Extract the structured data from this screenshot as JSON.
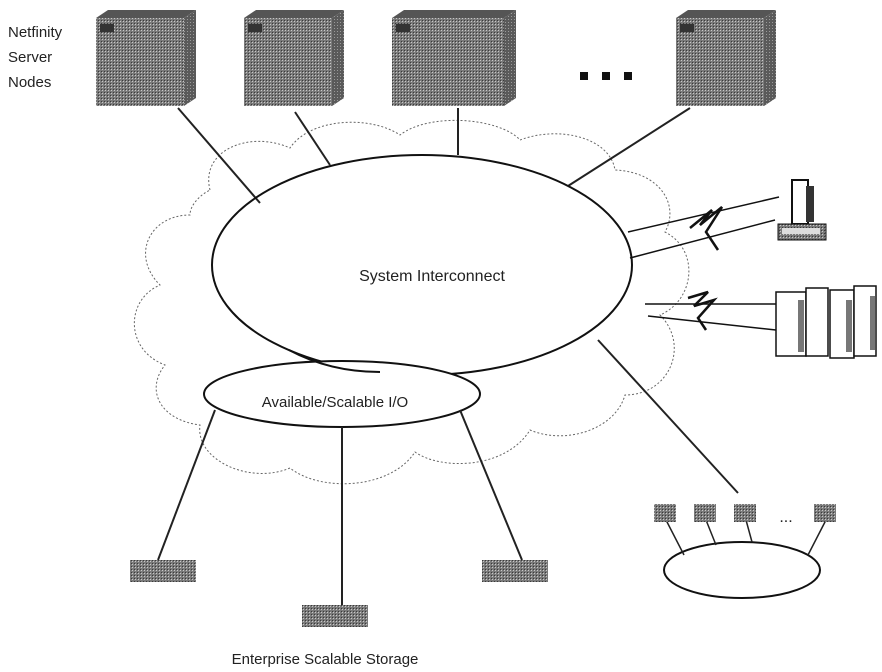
{
  "diagram": {
    "title_lines": [
      "Netfinity",
      "Server",
      "Nodes"
    ],
    "ellipsis_top": "▪ ▪ ▪",
    "center_label": "System Interconnect",
    "io_label": "Available/Scalable I/O",
    "small_ellipsis": "...",
    "storage_label": "Enterprise Scalable Storage"
  }
}
